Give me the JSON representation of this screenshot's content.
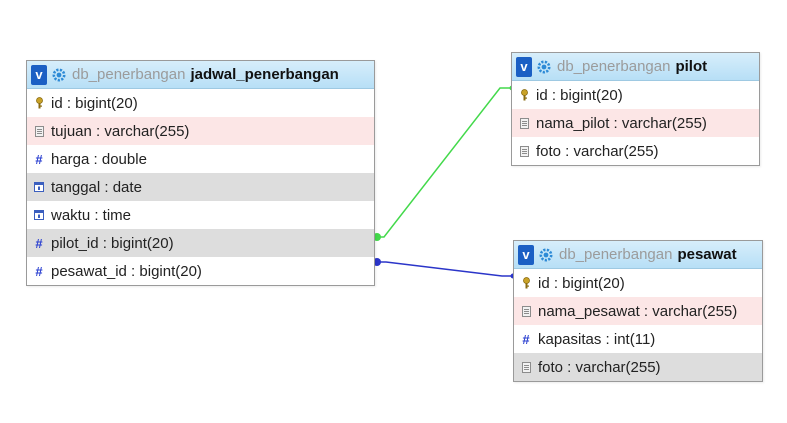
{
  "colors": {
    "header_bg": "#c7e6f9",
    "toggle_bg": "#1b5fc4",
    "row_pink": "#fce6e6",
    "row_grey": "#dddddd",
    "relation_pilot": "#43d94b",
    "relation_pesawat": "#2b35c9"
  },
  "tables": {
    "jadwal": {
      "toggle": "v",
      "db": "db_penerbangan",
      "name": "jadwal_penerbangan",
      "columns": [
        {
          "label": "id : bigint(20)",
          "icon": "key-icon"
        },
        {
          "label": "tujuan : varchar(255)",
          "icon": "text-icon"
        },
        {
          "label": "harga : double",
          "icon": "number-icon"
        },
        {
          "label": "tanggal : date",
          "icon": "date-icon"
        },
        {
          "label": "waktu : time",
          "icon": "time-icon"
        },
        {
          "label": "pilot_id : bigint(20)",
          "icon": "number-icon"
        },
        {
          "label": "pesawat_id : bigint(20)",
          "icon": "number-icon"
        }
      ]
    },
    "pilot": {
      "toggle": "v",
      "db": "db_penerbangan",
      "name": "pilot",
      "columns": [
        {
          "label": "id : bigint(20)",
          "icon": "key-icon"
        },
        {
          "label": "nama_pilot : varchar(255)",
          "icon": "text-icon"
        },
        {
          "label": "foto : varchar(255)",
          "icon": "text-icon"
        }
      ]
    },
    "pesawat": {
      "toggle": "v",
      "db": "db_penerbangan",
      "name": "pesawat",
      "columns": [
        {
          "label": "id : bigint(20)",
          "icon": "key-icon"
        },
        {
          "label": "nama_pesawat : varchar(255)",
          "icon": "text-icon"
        },
        {
          "label": "kapasitas : int(11)",
          "icon": "number-icon"
        },
        {
          "label": "foto : varchar(255)",
          "icon": "text-icon"
        }
      ]
    }
  }
}
